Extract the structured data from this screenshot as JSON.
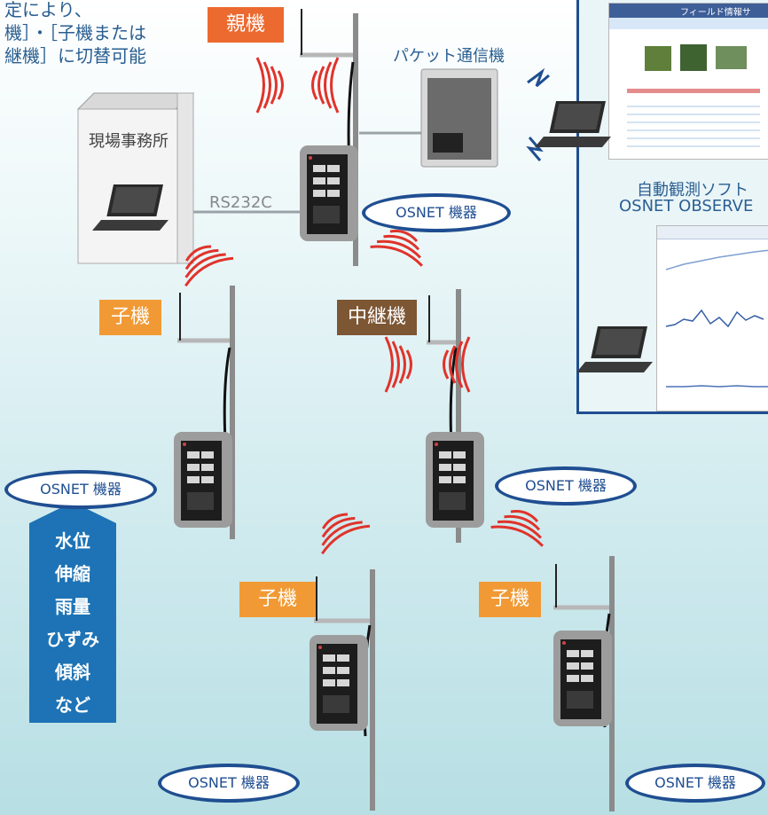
{
  "note_lines": [
    "定により、",
    "機］・［子機または",
    "継機］に切替可能"
  ],
  "tags": {
    "parent": "親機",
    "child": "子機",
    "relay": "中継機"
  },
  "packet_label": "パケット通信機",
  "office_label": "現場事務所",
  "rs232c": "RS232C",
  "osnet": "OSNET 機器",
  "software_label_1": "自動観測ソフト",
  "software_label_2": "OSNET OBSERVE",
  "web_title": "フィールド情報サ",
  "sensors": [
    "水位",
    "伸縮",
    "雨量",
    "ひずみ",
    "傾斜",
    "など"
  ],
  "colors": {
    "accent_blue": "#1f4e91",
    "text_blue": "#2a5f91",
    "parent_tag": "#ec6a30",
    "child_tag": "#f19a35",
    "relay_tag": "#7d5634",
    "sensor_box": "#1d73b5",
    "radio_wave": "#e0332b"
  }
}
